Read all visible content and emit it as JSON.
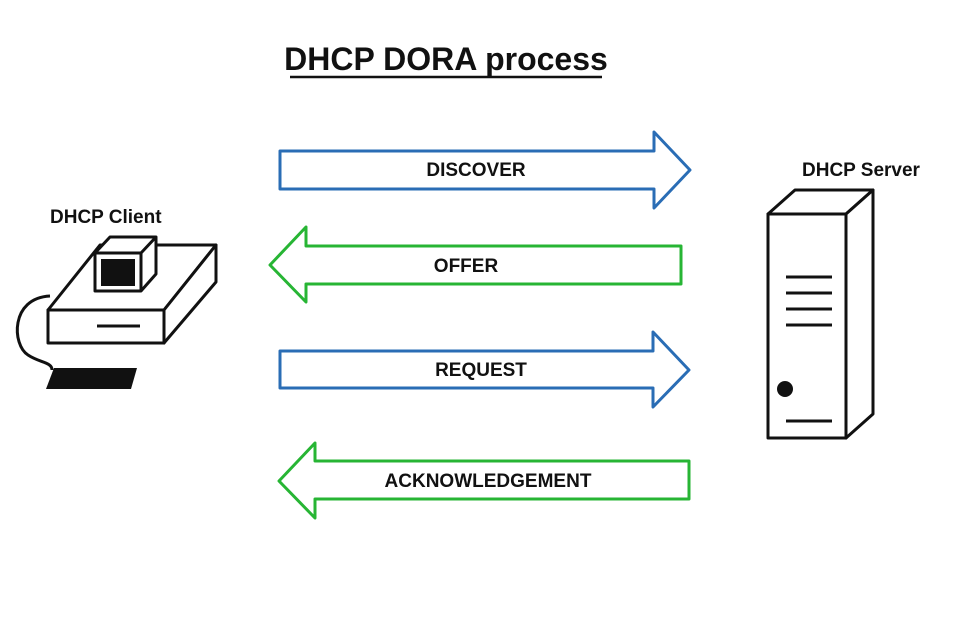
{
  "title": "DHCP DORA process",
  "client": {
    "label": "DHCP Client"
  },
  "server": {
    "label": "DHCP Server"
  },
  "messages": [
    {
      "label": "DISCOVER",
      "direction": "to-server",
      "color": "#2a6db5"
    },
    {
      "label": "OFFER",
      "direction": "to-client",
      "color": "#27b534"
    },
    {
      "label": "REQUEST",
      "direction": "to-server",
      "color": "#2a6db5"
    },
    {
      "label": "ACKNOWLEDGEMENT",
      "direction": "to-client",
      "color": "#27b534"
    }
  ],
  "colors": {
    "request_arrow": "#2a6db5",
    "response_arrow": "#27b534",
    "outline": "#111111",
    "background": "#ffffff"
  }
}
